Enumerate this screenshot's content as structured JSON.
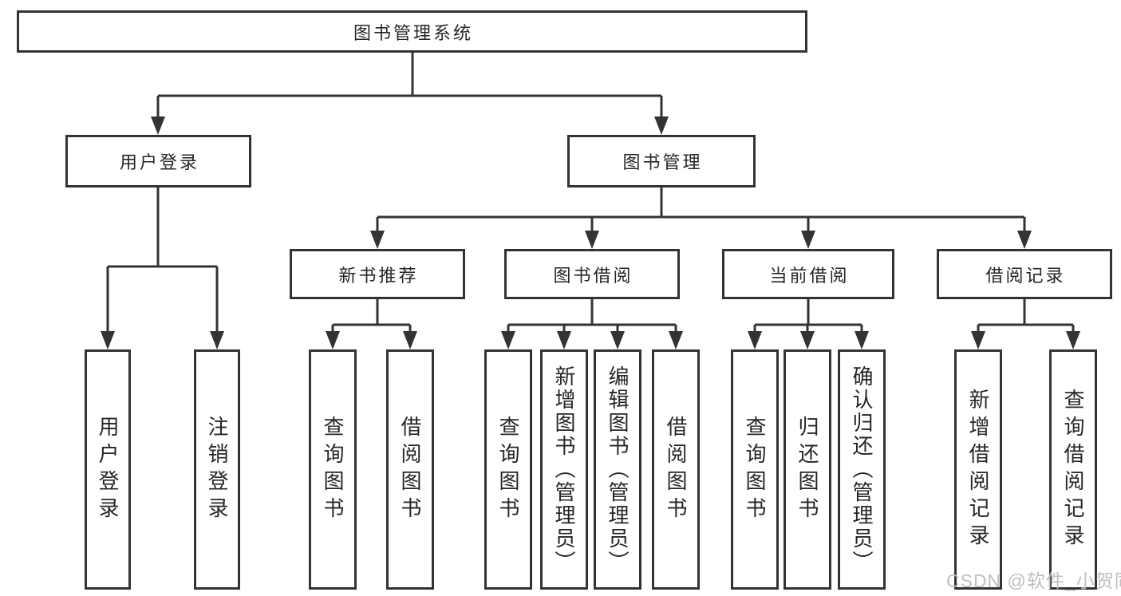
{
  "diagram_type": "hierarchy-tree",
  "tree": {
    "label": "图书管理系统",
    "children": [
      {
        "label": "用户登录",
        "children": [
          {
            "label": "用户登录"
          },
          {
            "label": "注销登录"
          }
        ]
      },
      {
        "label": "图书管理",
        "children": [
          {
            "label": "新书推荐",
            "children": [
              {
                "label": "查询图书"
              },
              {
                "label": "借阅图书"
              }
            ]
          },
          {
            "label": "图书借阅",
            "children": [
              {
                "label": "查询图书"
              },
              {
                "label": "新增图书（管理员）"
              },
              {
                "label": "编辑图书（管理员）"
              },
              {
                "label": "借阅图书"
              }
            ]
          },
          {
            "label": "当前借阅",
            "children": [
              {
                "label": "查询图书"
              },
              {
                "label": "归还图书"
              },
              {
                "label": "确认归还（管理员）"
              }
            ]
          },
          {
            "label": "借阅记录",
            "children": [
              {
                "label": "新增借阅记录"
              },
              {
                "label": "查询借阅记录"
              }
            ]
          }
        ]
      }
    ]
  },
  "watermark": {
    "text": "CSDN @软件_小贺同学",
    "color": "#bfbfbf"
  },
  "colors": {
    "line": "#333333",
    "border": "#333333",
    "text": "#262626",
    "background": "#ffffff"
  }
}
